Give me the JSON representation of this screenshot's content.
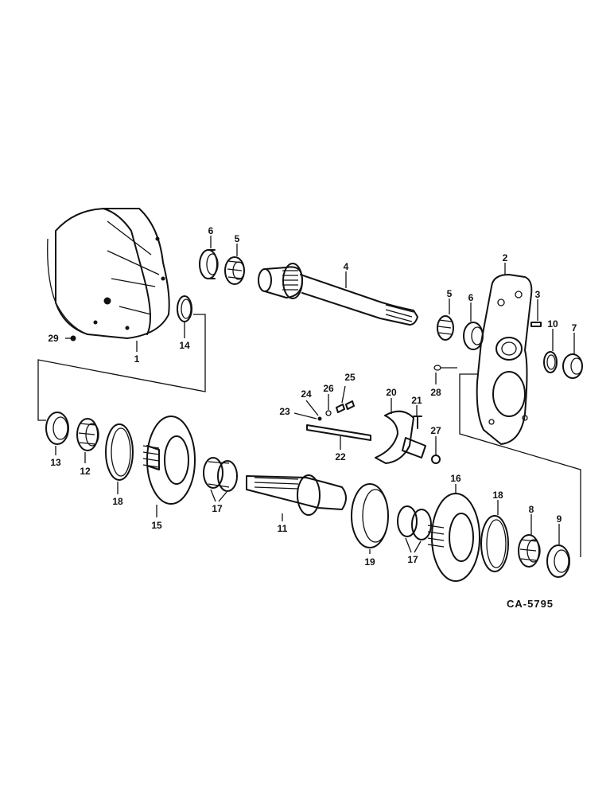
{
  "figure": {
    "code": "CA-5795"
  },
  "callouts": [
    "1",
    "2",
    "3",
    "4",
    "5",
    "5",
    "6",
    "6",
    "7",
    "8",
    "9",
    "10",
    "11",
    "12",
    "13",
    "14",
    "15",
    "16",
    "17",
    "17",
    "18",
    "18",
    "19",
    "20",
    "21",
    "22",
    "23",
    "24",
    "25",
    "26",
    "27",
    "28",
    "29"
  ]
}
